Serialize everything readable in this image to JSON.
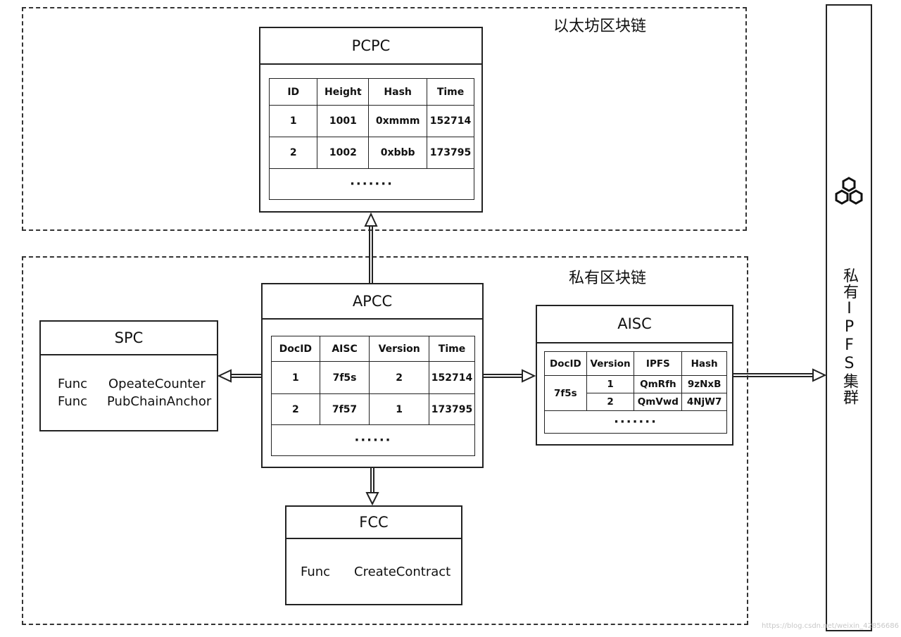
{
  "ethereum_region": {
    "title": "以太坊区块链"
  },
  "private_region": {
    "title": "私有区块链"
  },
  "pcpc": {
    "title": "PCPC",
    "headers": [
      "ID",
      "Height",
      "Hash",
      "Time"
    ],
    "rows": [
      [
        "1",
        "1001",
        "0xmmm",
        "152714"
      ],
      [
        "2",
        "1002",
        "0xbbb",
        "173795"
      ]
    ],
    "ellipsis": "·······"
  },
  "apcc": {
    "title": "APCC",
    "headers": [
      "DocID",
      "AISC",
      "Version",
      "Time"
    ],
    "rows": [
      [
        "1",
        "7f5s",
        "2",
        "152714"
      ],
      [
        "2",
        "7f57",
        "1",
        "173795"
      ]
    ],
    "ellipsis": "······"
  },
  "spc": {
    "title": "SPC",
    "funcs": [
      {
        "kw": "Func",
        "name": "OpeateCounter"
      },
      {
        "kw": "Func",
        "name": "PubChainAnchor"
      }
    ]
  },
  "aisc": {
    "title": "AISC",
    "headers": [
      "DocID",
      "Version",
      "IPFS",
      "Hash"
    ],
    "doc_id": "7f5s",
    "rows": [
      [
        "1",
        "QmRfh",
        "9zNxB"
      ],
      [
        "2",
        "QmVwd",
        "4NjW7"
      ]
    ],
    "ellipsis": "·······"
  },
  "fcc": {
    "title": "FCC",
    "funcs": [
      {
        "kw": "Func",
        "name": "CreateContract"
      }
    ]
  },
  "ipfs_cluster": {
    "label": "私有IPFS集群"
  },
  "watermark": "https://blog.csdn.net/weixin_42856686"
}
